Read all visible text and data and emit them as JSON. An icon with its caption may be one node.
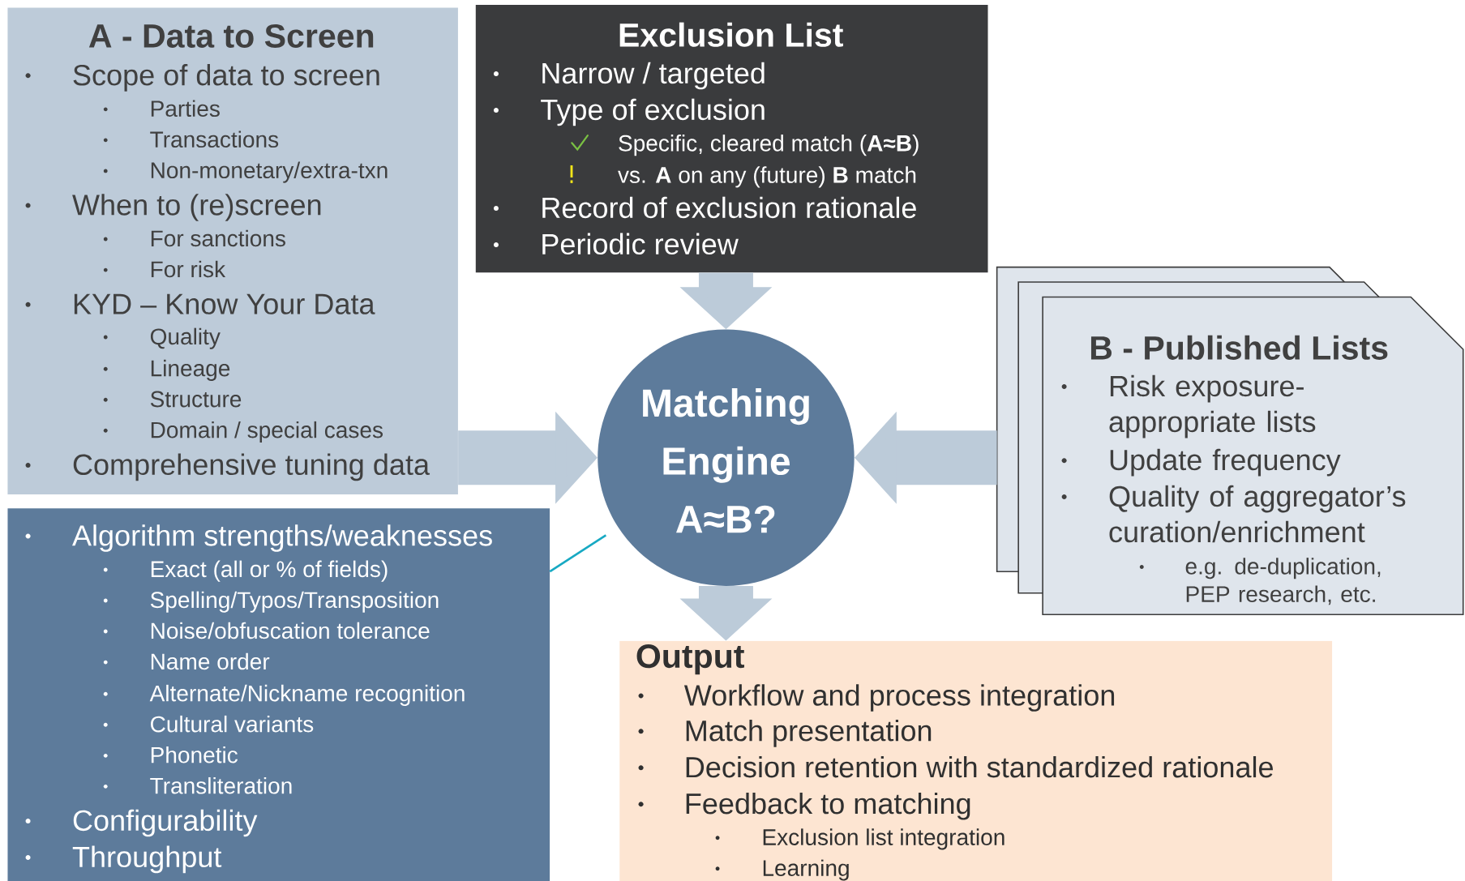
{
  "diagram": {
    "nodes": [
      {
        "text": [
          "A - Data to Screen",
          "Scope of data to screen",
          "Parties",
          "Transactions",
          "Non-monetary/extra-txn",
          "When to (re)screen",
          "For sanctions",
          "For risk",
          "KYD – Know Your Data",
          "Quality",
          "Lineage",
          "Structure",
          "Domain / special cases",
          "Comprehensive tuning data"
        ]
      },
      {
        "text": [
          "Exclusion List",
          "Narrow / targeted",
          "Type of exclusion",
          "Specific, cleared match (**A≈B**)",
          "vs. **A** on any (future) **B** match",
          "Record of exclusion rationale",
          "Periodic review"
        ]
      },
      {
        "text": [
          "Matching Engine A≈B?"
        ]
      },
      {
        "text": [
          "B - Published Lists",
          "Risk exposure-appropriate lists",
          "Update frequency",
          "Quality of aggregator’s curation/enrichment",
          "e.g. de-duplication, PEP research, etc."
        ]
      },
      {
        "text": [
          "Algorithm strengths/weaknesses",
          "Exact (all or % of fields)",
          "Spelling/Typos/Transposition",
          "Noise/obfuscation tolerance",
          "Name order",
          "Alternate/Nickname recognition",
          "Cultural variants",
          "Phonetic",
          "Transliteration",
          "Configurability",
          "Throughput"
        ]
      },
      {
        "text": [
          "Output",
          "Workflow and process integration",
          "Match presentation",
          "Decision retention with standardized rationale",
          "Feedback to matching",
          "Exclusion list integration",
          "Learning"
        ]
      }
    ],
    "edges": [
      {
        "from": 0,
        "to": 2,
        "arrow": "to"
      },
      {
        "from": 1,
        "to": 2,
        "arrow": "to"
      },
      {
        "from": 3,
        "to": 2,
        "arrow": "to"
      },
      {
        "from": 2,
        "to": 5,
        "arrow": "to"
      },
      {
        "from": 4,
        "to": 2,
        "arrow": "none",
        "color": "#17a9c3"
      }
    ]
  }
}
